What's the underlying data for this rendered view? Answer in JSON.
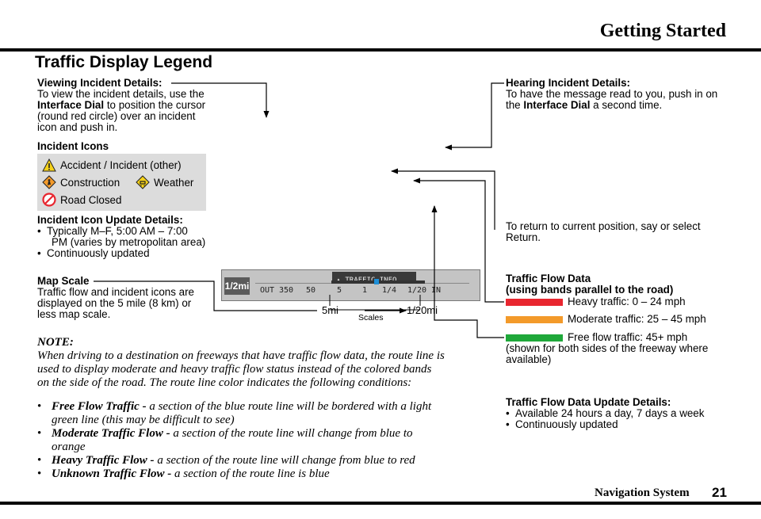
{
  "header": {
    "title": "Getting Started"
  },
  "section_title": "Traffic Display Legend",
  "viewing": {
    "heading": "Viewing Incident Details:",
    "line1": "To view the incident details, use the",
    "bold": "Interface Dial",
    "line2_rest": " to position the cursor",
    "line3": "(round red circle) over an incident",
    "line4": "icon and push in."
  },
  "incident_icons": {
    "heading": "Incident Icons",
    "accident": "Accident / Incident (other)",
    "construction": "Construction",
    "weather": "Weather",
    "closed": "Road Closed"
  },
  "update": {
    "heading": "Incident Icon Update Details:",
    "item1a": "Typically M–F, 5:00 AM – 7:00",
    "item1b": "PM (varies by metropolitan area)",
    "item2": "Continuously updated"
  },
  "map_scale": {
    "heading": "Map Scale",
    "line1": "Traffic flow and incident icons are",
    "line2": "displayed on the 5 mile (8 km) or",
    "line3": "less map scale."
  },
  "screen": {
    "scale_badge": "1/2mi",
    "title": "TRAFFIC INFO",
    "row_labels": [
      "OUT",
      "350",
      "50",
      "5",
      "1",
      "1/4",
      "1/20",
      "IN"
    ],
    "left_label": "5mi",
    "right_label": "1/20mi",
    "scales_label": "Scales"
  },
  "hearing": {
    "heading": "Hearing Incident Details:",
    "line1": "To have the message read to you, push in on",
    "line2_pre": "the ",
    "bold": "Interface Dial",
    "line2_rest": " a second time."
  },
  "return": {
    "line1": "To return to current position, say or select",
    "line2": "Return."
  },
  "flow": {
    "heading1": "Traffic Flow Data",
    "heading2": "(using bands parallel to the road)",
    "heavy": "Heavy traffic: 0 – 24 mph",
    "moderate": "Moderate traffic: 25 – 45 mph",
    "free": "Free flow traffic: 45+ mph",
    "note1": "(shown for both sides of the freeway where",
    "note2": "available)",
    "colors": {
      "heavy": "#e8262f",
      "moderate": "#f39a2a",
      "free": "#1fa83a"
    }
  },
  "flow_update": {
    "heading": "Traffic Flow Data Update Details:",
    "item1": "Available 24 hours a day, 7 days a week",
    "item2": "Continuously updated"
  },
  "note": {
    "label": "NOTE:",
    "line1": "When driving to a destination on freeways that have traffic flow data, the route line is",
    "line2": "used to display moderate and heavy traffic flow status instead of the colored bands",
    "line3": "on the side of the road. The route line color indicates the following conditions:",
    "bullets": [
      {
        "bold": "Free Flow Traffic - ",
        "text": "a section of the blue route line will be bordered with a light",
        "cont": "green line (this may be difficult to see)"
      },
      {
        "bold": "Moderate Traffic Flow - ",
        "text": "a section of the route line will change from blue to",
        "cont": "orange"
      },
      {
        "bold": "Heavy Traffic Flow - ",
        "text": "a section of the route line will change from blue to red",
        "cont": ""
      },
      {
        "bold": "Unknown Traffic Flow - ",
        "text": "a section of the route line is blue",
        "cont": ""
      }
    ]
  },
  "footer": {
    "label": "Navigation System",
    "page": "21"
  }
}
